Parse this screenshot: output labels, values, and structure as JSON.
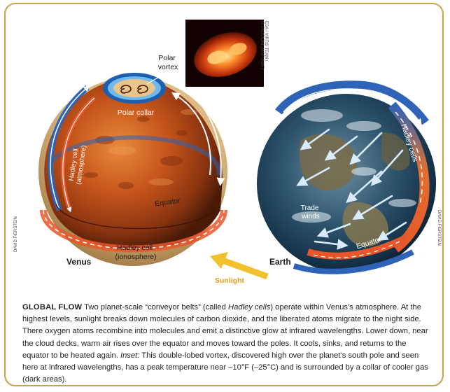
{
  "labels": {
    "polar_vortex": [
      "Polar",
      "vortex"
    ],
    "polar_collar": "Polar collar",
    "hadley_atmosphere": [
      "Hadley cell",
      "(atmosphere)"
    ],
    "equator_venus": "Equator",
    "hadley_ionosphere": [
      "Hadley cell",
      "(ionosphere)"
    ],
    "venus": "Venus",
    "earth": "Earth",
    "hadley_cells": "Hadley cells",
    "trade_winds": [
      "Trade",
      "winds"
    ],
    "equator_earth": "Equator",
    "sunlight": "Sunlight"
  },
  "credits": {
    "inset": [
      "ESA / VIRTIS TEAM /",
      "G. PICCIONI (IASF-INAF)"
    ],
    "left": "DAVID FIERSTEIN",
    "right": "DAVID FIERSTEIN"
  },
  "caption": {
    "head": "GLOBAL FLOW",
    "t1": " Two planet-scale “conveyor belts” (called ",
    "t1_em": "Hadley cells",
    "t2": ") operate within Venus’s atmosphere. At the highest levels, sunlight breaks down molecules of carbon dioxide, and the liberated atoms migrate to the night side. There oxygen atoms recombine into molecules and emit a distinctive glow at infrared wavelengths. Lower down, near the cloud decks, warm air rises over the equator and moves toward the poles. It cools, sinks, and returns to the equator to be heated again. ",
    "inset_label": "Inset:",
    "t3": " This double-lobed vortex, discovered high over the planet’s south pole and seen here at infrared wavelengths, has a peak temperature near –10°F (–25°C) and is surrounded by a collar of cooler gas (dark areas)."
  },
  "colors": {
    "frame": "#c9a24a",
    "warm_flow": "#e8572a",
    "cool_flow": "#2e63b8",
    "sunlight_arrow": "#f2c12e",
    "venus_surface": "#c4541b",
    "earth_ocean": "#1e3f5a"
  }
}
